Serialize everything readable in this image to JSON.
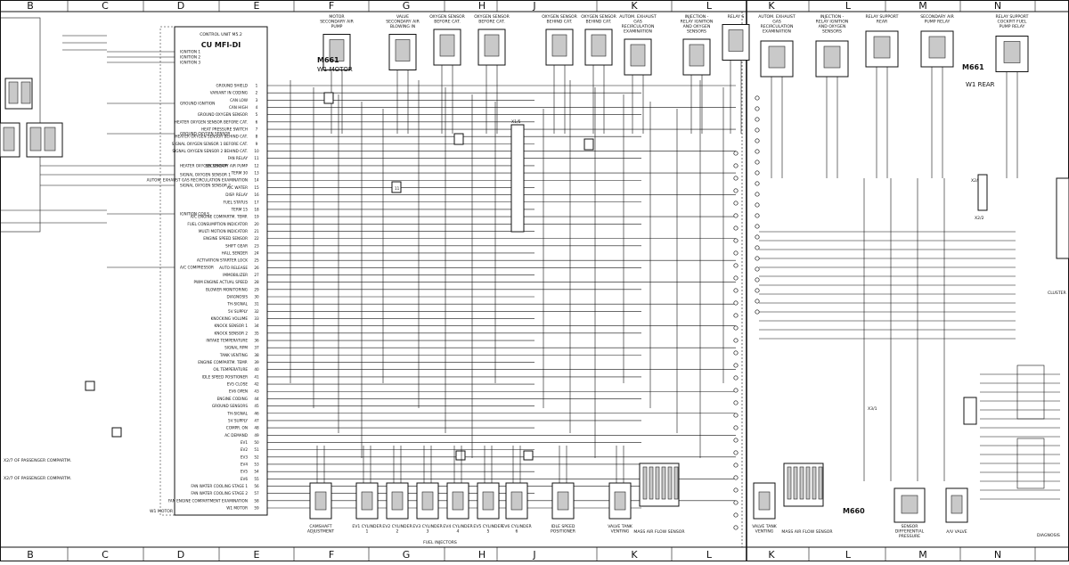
{
  "sheet": {
    "columns_left": [
      "B",
      "C",
      "D",
      "E",
      "F",
      "G",
      "H",
      "J",
      "K",
      "L"
    ],
    "columns_right": [
      "K",
      "L",
      "M",
      "N"
    ],
    "background": "#ffffff",
    "line_color": "#111111"
  },
  "control_unit": {
    "title": "CONTROL UNIT M5.2",
    "name": "CU MFI-DI",
    "left_pins": [
      "IGNITION 1",
      "IGNITION 2",
      "IGNITION 3",
      "GROUND IGNITION",
      "GROUND OXYGEN SENSOR",
      "HEATER OXYGEN SENSOR",
      "SIGNAL OXYGEN SENSOR 1",
      "SIGNAL OXYGEN SENSOR 2",
      "IGNITION COILS",
      "A/C COMPRESSOR"
    ],
    "right_pins": [
      "GROUND SHIELD",
      "VARIANT IN CODING",
      "CAN LOW",
      "CAN HIGH",
      "GROUND OXYGEN SENSOR",
      "HEATER OXYGEN SENSOR BEFORE CAT.",
      "HEAT PRESSURE SWITCH",
      "HEATER OXYGEN SENSOR BEHIND CAT.",
      "SIGNAL OXYGEN SENSOR 1 BEFORE CAT.",
      "SIGNAL OXYGEN SENSOR 2 BEHIND CAT.",
      "FAN RELAY",
      "SECONDARY AIR PUMP",
      "TERM 30",
      "AUTOM. EXHAUST GAS RECIRCULATION EXAMINATION",
      "A/C WATER",
      "DISP. RELAY",
      "FUEL STATUS",
      "TERM 15",
      "A/C ENGINE COMPARTM. TEMP.",
      "FUEL CONSUMPTION INDICATOR",
      "MULTI MOTION INDICATOR",
      "ENGINE SPEED SENSOR",
      "SHIFT GEAR",
      "HALL SENDER",
      "ACTIVATION STARTER LOCK",
      "AUTO RELEASE",
      "IMMOBILIZER",
      "PWM ENGINE ACTUAL SPEED",
      "BLOWER MONITORING",
      "DIAGNOSIS",
      "TH-SIGNAL",
      "5V SUPPLY",
      "KNOCKING VOLUME",
      "KNOCK SENSOR 1",
      "KNOCK SENSOR 2",
      "INTAKE TEMPERATURE",
      "SIGNAL RPM",
      "TANK VENTING",
      "ENGINE COMPARTM. TEMP.",
      "OIL TEMPERATURE",
      "IDLE SPEED POSITIONER",
      "EV5 CLOSE",
      "EV6 OPEN",
      "ENGINE CODING",
      "GROUND SENSORS",
      "TH-SIGNAL",
      "5V SUPPLY",
      "COMPR. ON",
      "AC DEMAND",
      "EV1",
      "EV2",
      "EV3",
      "EV4",
      "EV5",
      "EV6",
      "FAN WATER COOLING STAGE 1",
      "FAN WATER COOLING STAGE 2",
      "FAN ENGINE COMPARTMENT EXAMINATION",
      "W1 MOTOR"
    ]
  },
  "top_components_left": [
    {
      "label": "MOTOR SECONDARY AIR PUMP"
    },
    {
      "label": "VALVE SECONDARY AIR BLOWING IN"
    },
    {
      "label": "OXYGEN SENSOR BEFORE CAT."
    },
    {
      "label": "OXYGEN SENSOR BEFORE CAT."
    },
    {
      "label": "OXYGEN SENSOR BEHIND CAT."
    },
    {
      "label": "OXYGEN SENSOR BEHIND CAT."
    },
    {
      "label": "AUTOM. EXHAUST GAS RECIRCULATION EXAMINATION"
    },
    {
      "label": "INJECTION - RELAY IGNITION AND OXYGEN SENSORS"
    },
    {
      "label": "RELAY S"
    }
  ],
  "top_components_right": [
    {
      "label": "AUTOM. EXHAUST GAS RECIRCULATION EXAMINATION"
    },
    {
      "label": "INJECTION - RELAY IGNITION AND OXYGEN SENSORS"
    },
    {
      "label": "RELAY SUPPORT REAR"
    },
    {
      "label": "SECONDARY AIR PUMP RELAY"
    },
    {
      "label": "RELAY SUPPORT COCKPIT FUEL PUMP RELAY"
    }
  ],
  "tags": {
    "m661_left": "M661",
    "m661_right": "M661",
    "m660": "M660",
    "x2_1": "X2/1",
    "x2_2": "X2/2",
    "x3_1": "X3/1",
    "w1_motor": "W1 MOTOR",
    "w1_rear": "W1 REAR",
    "x15": "X1/5"
  },
  "bottom_components_left": [
    {
      "label": "CAMSHAFT ADJUSTMENT"
    },
    {
      "label": "EV1 CYLINDER 1"
    },
    {
      "label": "EV2 CYLINDER 2"
    },
    {
      "label": "EV3 CYLINDER 3"
    },
    {
      "label": "EV4 CYLINDER 4"
    },
    {
      "label": "EV5 CYLINDER 5"
    },
    {
      "label": "EV6 CYLINDER 6"
    },
    {
      "label": "FUEL INJECTORS"
    },
    {
      "label": "IDLE SPEED POSITIONER"
    },
    {
      "label": "VALVE TANK VENTING"
    },
    {
      "label": "MASS AIR FLOW SENSOR"
    }
  ],
  "bottom_components_right": [
    {
      "label": "VALVE TANK VENTING"
    },
    {
      "label": "MASS AIR FLOW SENSOR"
    },
    {
      "label": "SENSOR DIFFERENTIAL PRESSURE"
    },
    {
      "label": "A/V VALVE"
    }
  ],
  "side_labels": {
    "passenger_1": "X2/7 OF PASSENGER COMPARTM.",
    "passenger_2": "X2/7 OF PASSENGER COMPARTM.",
    "cluster": "CLUSTER",
    "diag": "DIAGNOSIS"
  }
}
